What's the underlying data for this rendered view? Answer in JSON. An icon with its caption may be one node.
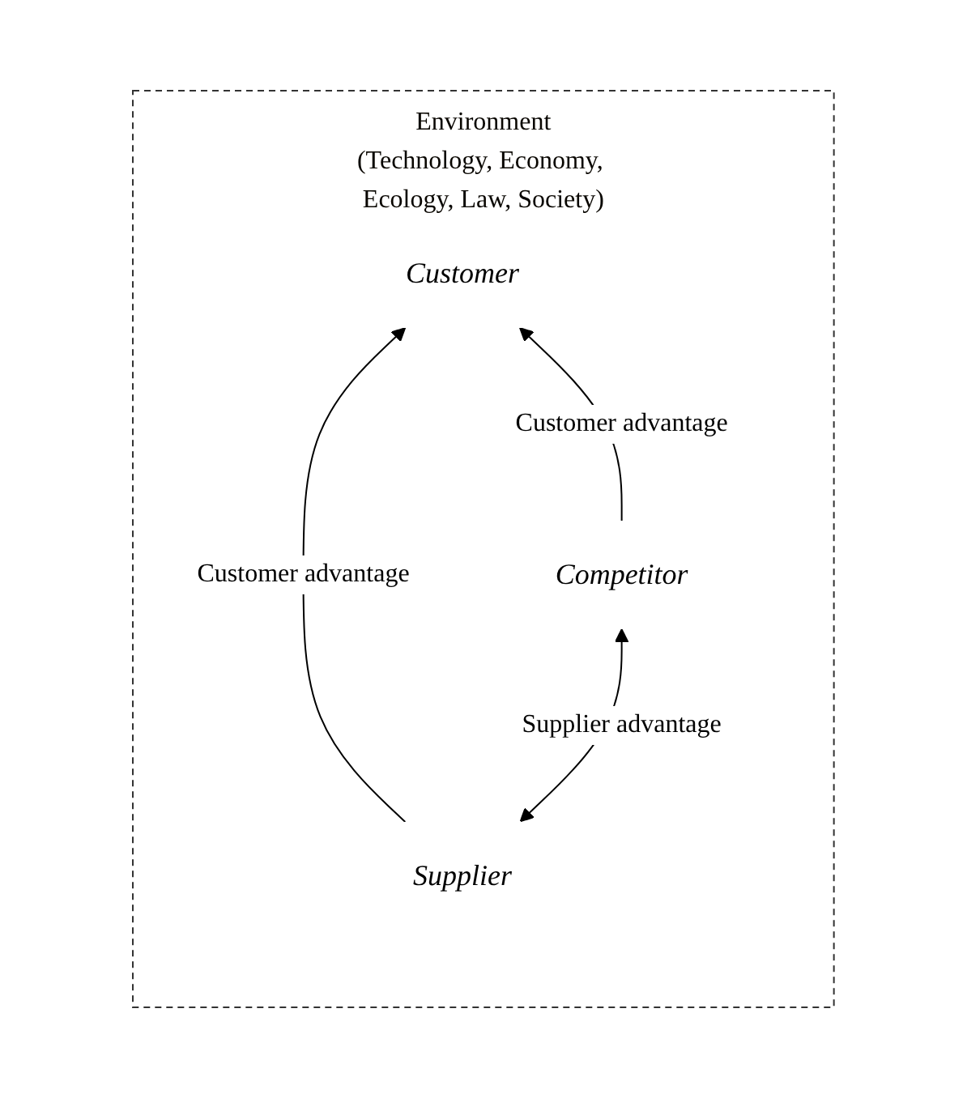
{
  "diagram": {
    "nodes": [
      {
        "text": [
          "Environment",
          "(Technology, Economy, Ecology, Law, Society)"
        ]
      },
      {
        "text": [
          "Customer"
        ],
        "in": 0
      },
      {
        "text": [
          "Supplier"
        ],
        "in": 0
      },
      {
        "text": [
          "Competitor"
        ],
        "in": 0
      }
    ],
    "edges": [
      {
        "from": 2,
        "to": 1,
        "arrow": "to",
        "label": "Customer advantage"
      },
      {
        "from": 3,
        "to": 1,
        "arrow": "to",
        "label": "Customer advantage"
      },
      {
        "from": 2,
        "to": 3,
        "arrow": "both",
        "label": "Supplier advantage"
      }
    ]
  }
}
